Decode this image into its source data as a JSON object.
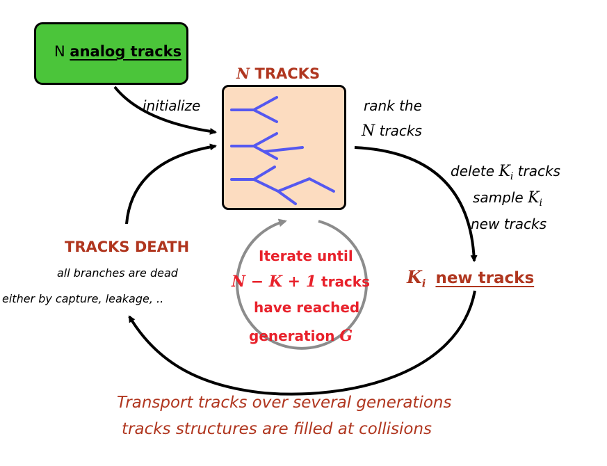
{
  "analog_box": {
    "prefix": "N",
    "label": "analog tracks",
    "fill": "#4bc53a"
  },
  "tracks_box": {
    "title_var": "N",
    "title_text": "TRACKS",
    "fill": "#fcdcc0",
    "branch_color": "#5558f0"
  },
  "edges": {
    "initialize": "initialize",
    "rank_prefix": "rank the",
    "rank_var": "N",
    "rank_suffix": "tracks",
    "delete_prefix": "delete",
    "delete_var": "K",
    "delete_sub": "i",
    "delete_suffix": "tracks",
    "sample_prefix": "sample",
    "sample_var": "K",
    "sample_sub": "i",
    "new_tracks_line": "new tracks"
  },
  "new_tracks_node": {
    "var": "K",
    "sub": "i",
    "label": "new tracks"
  },
  "death_node": {
    "title": "TRACKS DEATH",
    "line1": "all branches are dead",
    "line2": "either by capture, leakage, .."
  },
  "loop": {
    "line1": "Iterate until",
    "line2_math": "N − K + 1",
    "line2_text": "tracks",
    "line3": "have reached",
    "line4_text": "generation",
    "line4_var": "G",
    "circle_color": "#8c8c8c"
  },
  "bottom": {
    "line1": "Transport tracks over several generations",
    "line2": "tracks structures are filled at collisions"
  },
  "colors": {
    "dark_red": "#b0361f",
    "bright_red": "#e8212b",
    "arrow": "#000000"
  }
}
